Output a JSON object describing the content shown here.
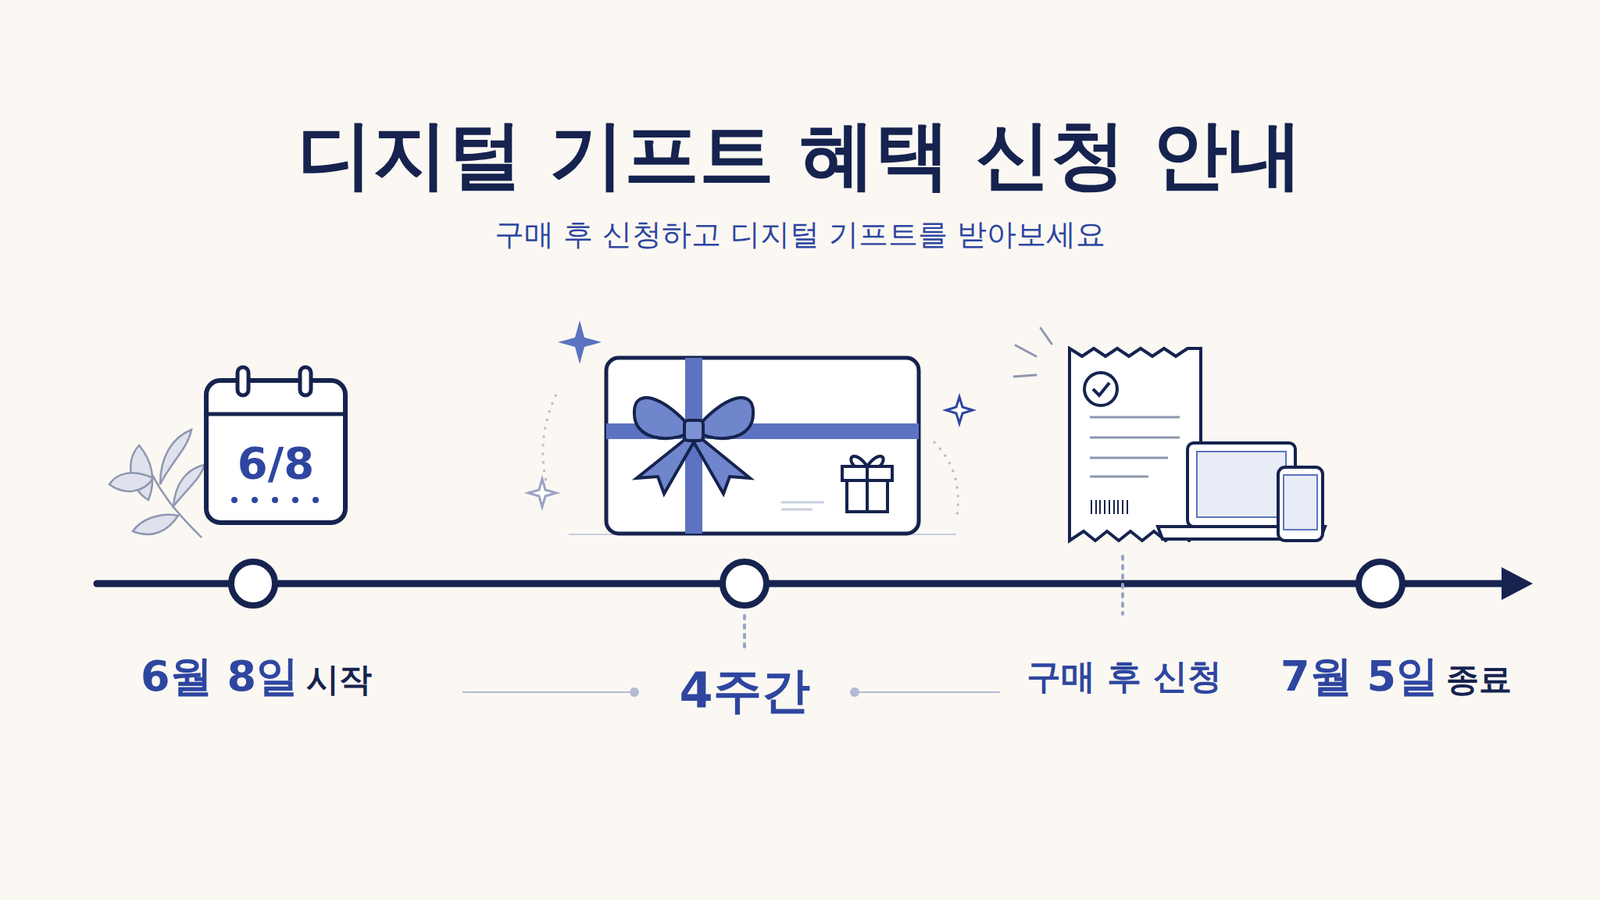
{
  "diagram": {
    "title": "디지털 기프트 혜택 신청 안내",
    "labels": [
      "구매 후 신청하고 디지털 기프트를 받아보세요",
      "6/8",
      "6월 8일",
      "시작",
      "4주간",
      "구매 후 신청",
      "7월 5일",
      "종료"
    ]
  }
}
